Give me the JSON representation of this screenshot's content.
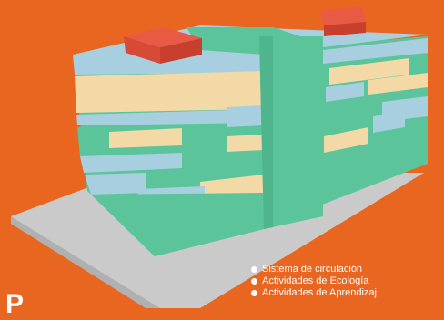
{
  "background_color": "#E8661F",
  "colors": {
    "base_top": "#C9C9C9",
    "base_front": "#B2B2B2",
    "circulation": "#5BC49A",
    "ecology": "#F2D9A6",
    "third": "#A7CFDF",
    "roof_box": "#E85A44",
    "legend_text": "#FFFFFF"
  },
  "legend": {
    "items": [
      {
        "label": "Sistema de circulación",
        "color": "#FFFFFF"
      },
      {
        "label": "Actividades de Ecología",
        "color": "#FFFFFF"
      },
      {
        "label": "Actividades de Aprendizaj",
        "color": "#FFFFFF"
      }
    ]
  },
  "corner_text": "P"
}
